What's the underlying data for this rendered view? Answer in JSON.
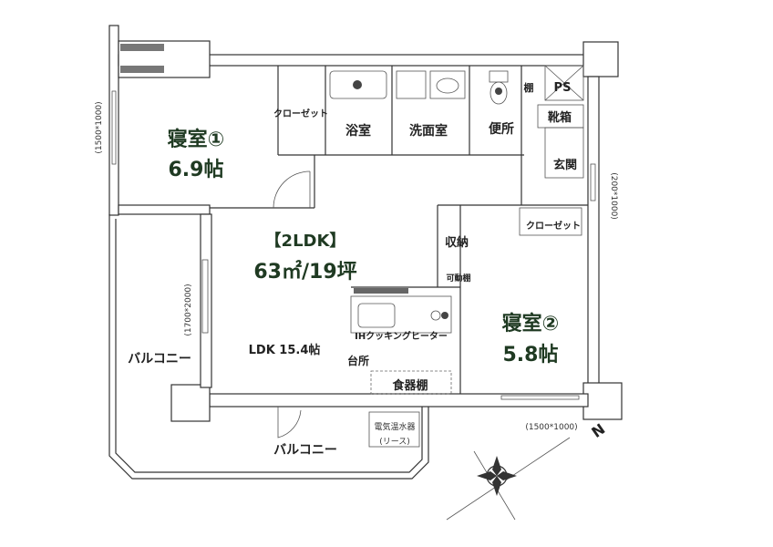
{
  "plan": {
    "type_label": "【2LDK】",
    "area_label": "63㎡/19坪",
    "rooms": {
      "bedroom1_name": "寝室①",
      "bedroom1_size": "6.9帖",
      "bedroom2_name": "寝室②",
      "bedroom2_size": "5.8帖",
      "ldk": "LDK 15.4帖",
      "closet1": "クローゼット",
      "closet2": "クローゼット",
      "bath": "浴室",
      "washroom": "洗面室",
      "toilet": "便所",
      "shelf": "棚",
      "ps": "PS",
      "shoe_box": "靴箱",
      "entrance": "玄関",
      "storage": "収納",
      "movable_shelf": "可動棚",
      "ih_heater": "IHクッキングヒーター",
      "kitchen": "台所",
      "cupboard": "食器棚",
      "balcony_west": "バルコニー",
      "balcony_south": "バルコニー",
      "water_heater": "電気温水器",
      "water_heater_note": "(リース)"
    },
    "windows": {
      "bedroom1": "(1500*1000)",
      "entrance": "(200*1000)",
      "ldk": "(1700*2000)",
      "bedroom2": "(1500*1000)"
    },
    "north_label": "N"
  }
}
